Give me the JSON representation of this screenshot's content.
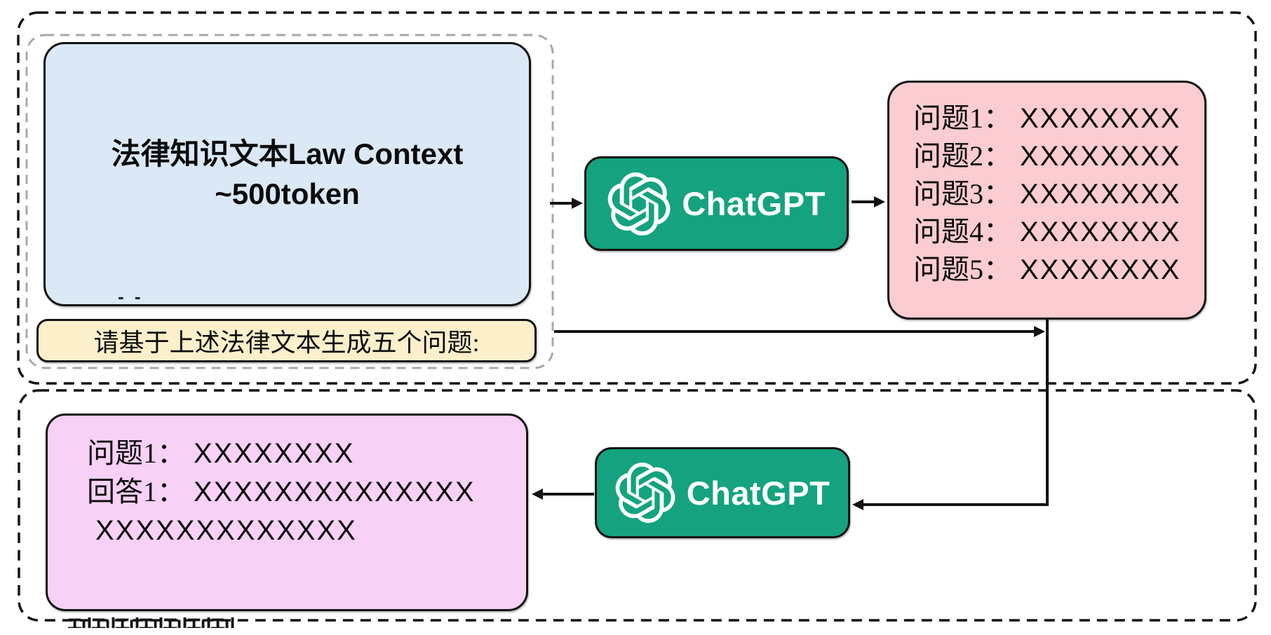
{
  "top_section": {
    "law_context_box": {
      "line1_cjk": "法律知识文本",
      "line1_en": "Law Context",
      "line2": "~500token",
      "artifact_marks": "- -"
    },
    "prompt_box": {
      "text": "请基于上述法律文本生成五个问题:"
    },
    "chatgpt": {
      "label": "ChatGPT"
    },
    "questions_box": {
      "lines": [
        {
          "label": "问题1：",
          "value": "XXXXXXXX"
        },
        {
          "label": "问题2：",
          "value": "XXXXXXXX"
        },
        {
          "label": "问题3：",
          "value": "XXXXXXXX"
        },
        {
          "label": "问题4：",
          "value": "XXXXXXXX"
        },
        {
          "label": "问题5：",
          "value": "XXXXXXXX"
        }
      ]
    }
  },
  "bottom_section": {
    "chatgpt": {
      "label": "ChatGPT"
    },
    "answer_box": {
      "lines": [
        {
          "label": "问题1：",
          "value": "XXXXXXXX"
        },
        {
          "label": "回答1：",
          "value": "XXXXXXXXXXXXXX"
        },
        {
          "label": "",
          "value": "XXXXXXXXXXXXX"
        }
      ]
    },
    "artifact_text": "刊刊刊刊刊刊刊"
  },
  "colors": {
    "chatgpt_green": "#14a37e",
    "law_box_blue": "#dbe8f6",
    "prompt_box_yellow": "#fcf0cb",
    "questions_box_pink": "#fbccd1",
    "answer_box_magenta": "#f8d1f6",
    "line_black": "#131313",
    "inner_dash_gray": "#a8a8a8"
  }
}
